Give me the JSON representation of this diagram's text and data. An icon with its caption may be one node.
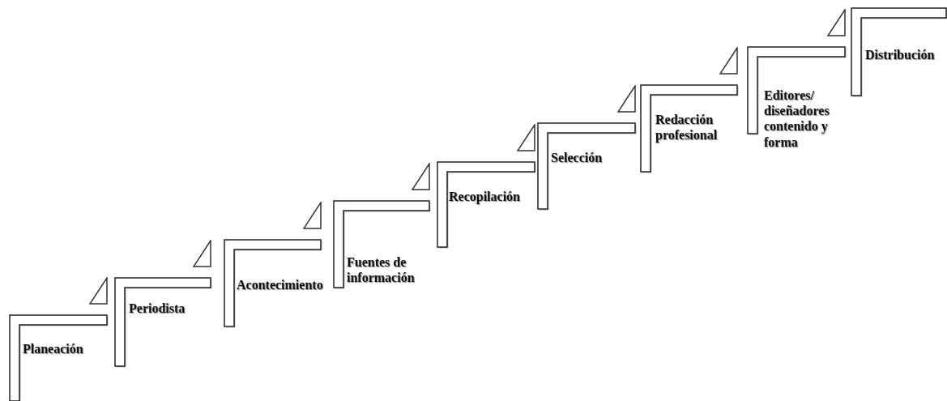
{
  "diagram": {
    "nodes": [
      {
        "text": [
          "Planeación"
        ]
      },
      {
        "text": [
          "Periodista"
        ]
      },
      {
        "text": [
          "Acontecimiento"
        ]
      },
      {
        "text": [
          "Fuentes de información"
        ]
      },
      {
        "text": [
          "Recopilación"
        ]
      },
      {
        "text": [
          "Selección"
        ]
      },
      {
        "text": [
          "Redacción profesional"
        ]
      },
      {
        "text": [
          "Editores/ diseñadores contenido y forma"
        ]
      },
      {
        "text": [
          "Distribución"
        ]
      }
    ]
  }
}
